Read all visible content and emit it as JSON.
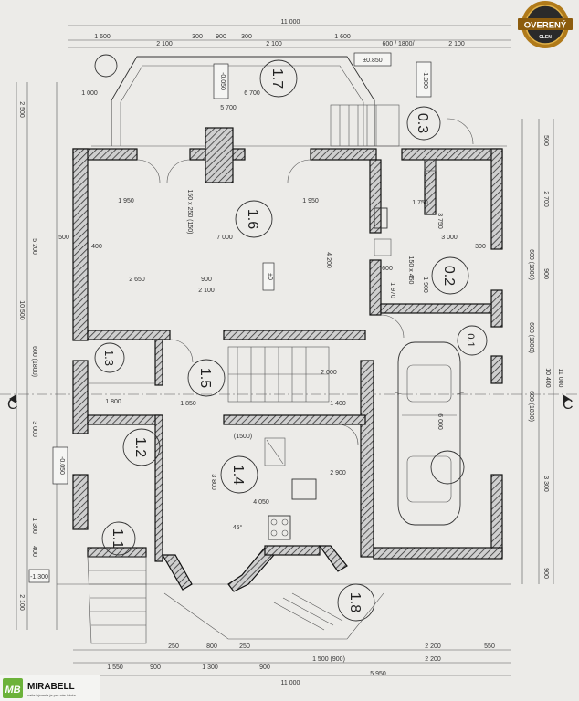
{
  "badge": {
    "line1": "OVERENÝ",
    "line2": "CLEN",
    "color": "#b07a1a"
  },
  "logo": {
    "mark": "MB",
    "name": "MIRABELL",
    "tagline": "vaše bývanie je pre nás istota",
    "color": "#6cb23a"
  },
  "rooms": {
    "r17": "1.7",
    "r03": "0.3",
    "r16": "1.6",
    "r02": "0.2",
    "r13": "1.3",
    "r15": "1.5",
    "r01": "0.1",
    "r12": "1.2",
    "r14": "1.4",
    "r11": "1.1",
    "r18": "1.8"
  },
  "levels": {
    "l1": "±0.850",
    "l2": "-0.050",
    "l3": "-1.300",
    "l4": "-0.050",
    "l5": "-1.300",
    "l6": "±0"
  },
  "section": {
    "left": "C",
    "right": "C"
  },
  "dims": {
    "top_total": "11 000",
    "top_row": [
      "1 600",
      "2 100",
      "300",
      "900",
      "300",
      "2 100",
      "1 600",
      "600 / 1800/",
      "2 100"
    ],
    "d5700": "5 700",
    "d6700": "6 700",
    "d1000": "1 000",
    "d1950a": "1 950",
    "d1950b": "1 950",
    "d7000": "7 000",
    "d4200": "4 200",
    "d2650": "2 650",
    "d900a": "900",
    "d2100": "2 100",
    "d400": "400",
    "d500": "500",
    "d150": "150 x 250 (150)",
    "d1750": "1 750",
    "d3750": "3 750",
    "d3000": "3 000",
    "d300": "300",
    "d600": "600",
    "d1970": "1 970",
    "d1900": "1 900",
    "d150450": "150 x 450",
    "d1800": "1 800",
    "d1850": "1 850",
    "d1400": "1 400",
    "d2000": "2 000",
    "d3800": "3 800",
    "d4050": "4 050",
    "d2900": "2 900",
    "d6000": "6 000",
    "d1500": "(1500)",
    "d45": "45°",
    "left_col": [
      "2 500",
      "5 200",
      "10 500",
      "600 (1800)",
      "3 000",
      "1 300",
      "400",
      "2 100"
    ],
    "right_col": [
      "500",
      "2 700",
      "600 (1800)",
      "900",
      "600 (1800)",
      "10 400",
      "11 000",
      "600 (1800)",
      "3 300",
      "900"
    ],
    "bottom_row1": [
      "250",
      "800",
      "250",
      "2 200",
      "550"
    ],
    "bottom_row2": [
      "1 550",
      "900",
      "1 300",
      "900",
      "1 500 (900)",
      "2 200"
    ],
    "bottom_mid": "5 950",
    "bottom_total": "11 000"
  }
}
